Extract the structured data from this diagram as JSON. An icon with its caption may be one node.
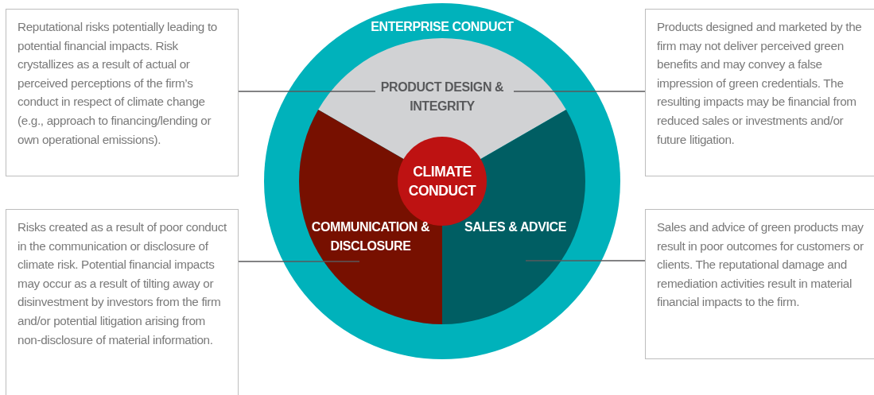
{
  "diagram": {
    "nodes": [
      {
        "text": [
          "ENTERPRISE CONDUCT"
        ]
      },
      {
        "text": [
          "PRODUCT DESIGN & INTEGRITY"
        ],
        "in": 0
      },
      {
        "text": [
          "COMMUNICATION & DISCLOSURE"
        ],
        "in": 0
      },
      {
        "text": [
          "SALES & ADVICE"
        ],
        "in": 0
      },
      {
        "text": [
          "CLIMATE CONDUCT"
        ],
        "in": 0
      },
      {
        "text": [
          "Reputational risks potentially leading to potential financial impacts. Risk crystallizes as a result of actual or perceived perceptions of the firm’s conduct in respect of climate change (e.g., approach to financing/lending or own operational emissions)."
        ]
      },
      {
        "text": [
          "Products designed and marketed by the firm may not deliver perceived green benefits and may convey a false impression of green credentials. The resulting impacts may be financial from reduced sales or investments and/or future litigation."
        ]
      },
      {
        "text": [
          "Risks created as a result of poor conduct in the communication or disclosure of climate risk. Potential financial impacts may occur as a result of tilting away or disinvestment by investors from the firm and/or potential litigation arising from non-disclosure of material information."
        ]
      },
      {
        "text": [
          "Sales and advice of green products may result in poor outcomes for customers or clients. The reputational damage and remediation activities result in material financial impacts to the firm."
        ]
      }
    ],
    "edges": [
      {
        "from": 5,
        "to": 1,
        "arrow": "none"
      },
      {
        "from": 6,
        "to": 1,
        "arrow": "none"
      },
      {
        "from": 7,
        "to": 2,
        "arrow": "none"
      },
      {
        "from": 8,
        "to": 3,
        "arrow": "none"
      }
    ]
  }
}
